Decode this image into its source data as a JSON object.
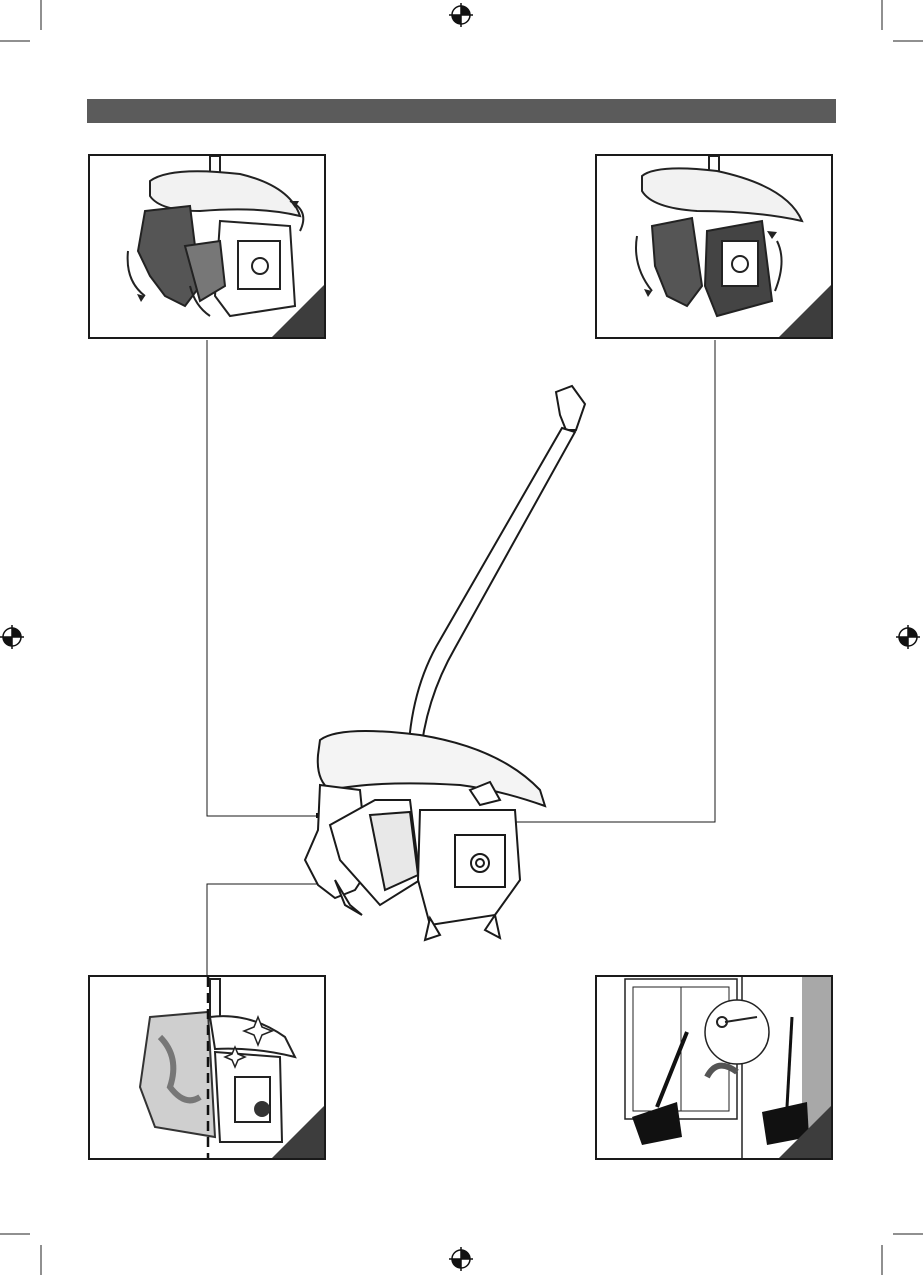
{
  "page": {
    "header_bar_color": "#5b5b5b",
    "line_color": "#1a1a1a"
  },
  "panels": [
    {
      "id": "forward-rotation",
      "icon": "tines-rotating-forward-icon"
    },
    {
      "id": "reverse-rotation",
      "icon": "tines-rotating-reverse-icon"
    },
    {
      "id": "cleaning",
      "icon": "clean-tines-icon"
    },
    {
      "id": "storage",
      "icon": "wall-hook-storage-icon"
    }
  ],
  "main_illustration": {
    "icon": "cultivator-attachment-icon"
  },
  "registration_marks": {
    "icon": "registration-crosshair-icon"
  }
}
